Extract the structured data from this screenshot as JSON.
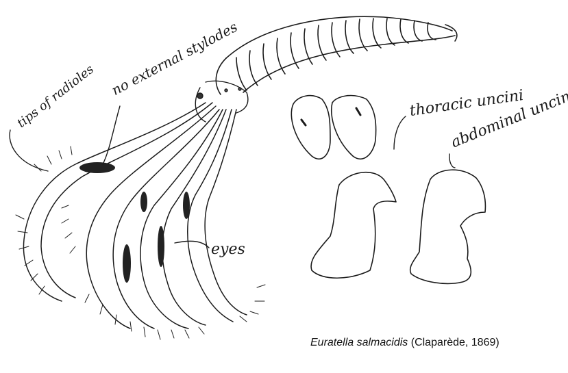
{
  "illustration": {
    "labels": {
      "tips_of_radioles": "tips of radioles",
      "external_stylodes": "no external stylodes",
      "eyes": "eyes",
      "thoracic_uncini": "thoracic uncini",
      "abdominal_uncini": "abdominal uncini"
    },
    "caption": {
      "species": "Euratella salmacidis",
      "authority": "(Claparède, 1869)"
    }
  }
}
